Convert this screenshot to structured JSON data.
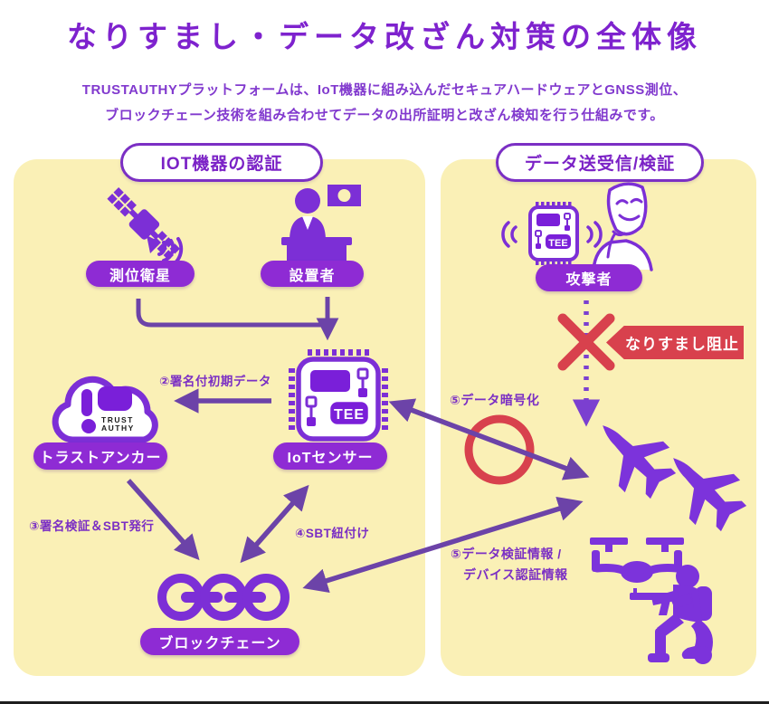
{
  "title": "なりすまし・データ改ざん対策の全体像",
  "subtitle": {
    "line1": "TRUSTAUTHYプラットフォームは、IoT機器に組み込んだセキュアハードウェアとGNSS測位、",
    "line2": "ブロックチェーン技術を組み合わせてデータの出所証明と改ざん検知を行う仕組みです。"
  },
  "colors": {
    "accent_purple": "#7E22CE",
    "icon_purple": "#7C2FD6",
    "arrow_purple": "#6C43A8",
    "alert_red": "#D8414D",
    "panel_yellow": "#FAF0B6"
  },
  "left_panel": {
    "header": "IOT機器の認証",
    "satellite_label": "測位衛星",
    "installer_label": "設置者",
    "trust_anchor_label": "トラストアンカー",
    "iot_sensor_label": "IoTセンサー",
    "blockchain_label": "ブロックチェーン",
    "cloud_logo": {
      "line1": "TRUST",
      "line2": "AUTHY"
    },
    "tee_badge": "TEE",
    "flow_step2": "②署名付初期データ",
    "flow_step3": "③署名検証＆SBT発行",
    "flow_step4": "④SBT紐付け"
  },
  "right_panel": {
    "header": "データ送受信/検証",
    "attacker_label": "攻撃者",
    "tee_badge": "TEE",
    "spoof_block_badge": "なりすまし阻止",
    "flow_step5_encrypt": "⑤データ暗号化",
    "flow_step5_verify_line1": "⑤データ検証情報 /",
    "flow_step5_verify_line2": "デバイス認証情報"
  }
}
